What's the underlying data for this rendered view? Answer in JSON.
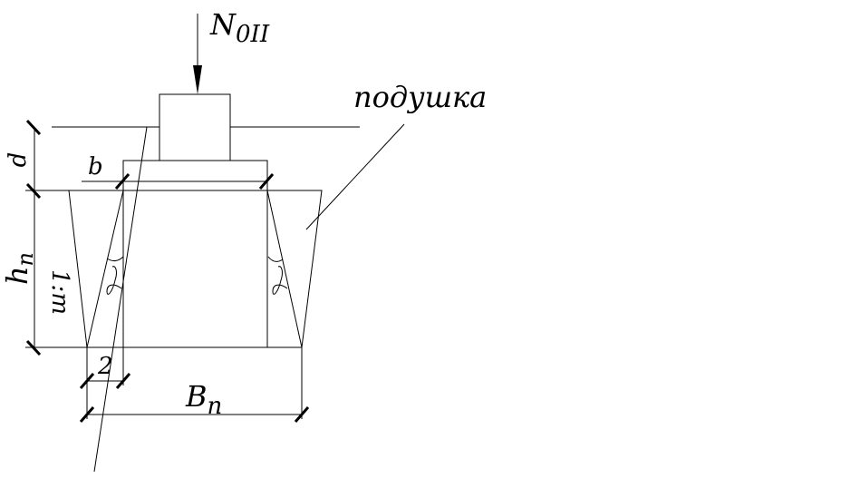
{
  "labels": {
    "load": "N",
    "load_sub": "0II",
    "cushion": "подушка",
    "depth": "d",
    "width_b": "b",
    "height": "h",
    "height_sub": "n",
    "slope": "1:m",
    "two": "2",
    "base_width": "B",
    "base_width_sub": "n"
  },
  "colors": {
    "line": "#000000",
    "background": "#ffffff"
  }
}
